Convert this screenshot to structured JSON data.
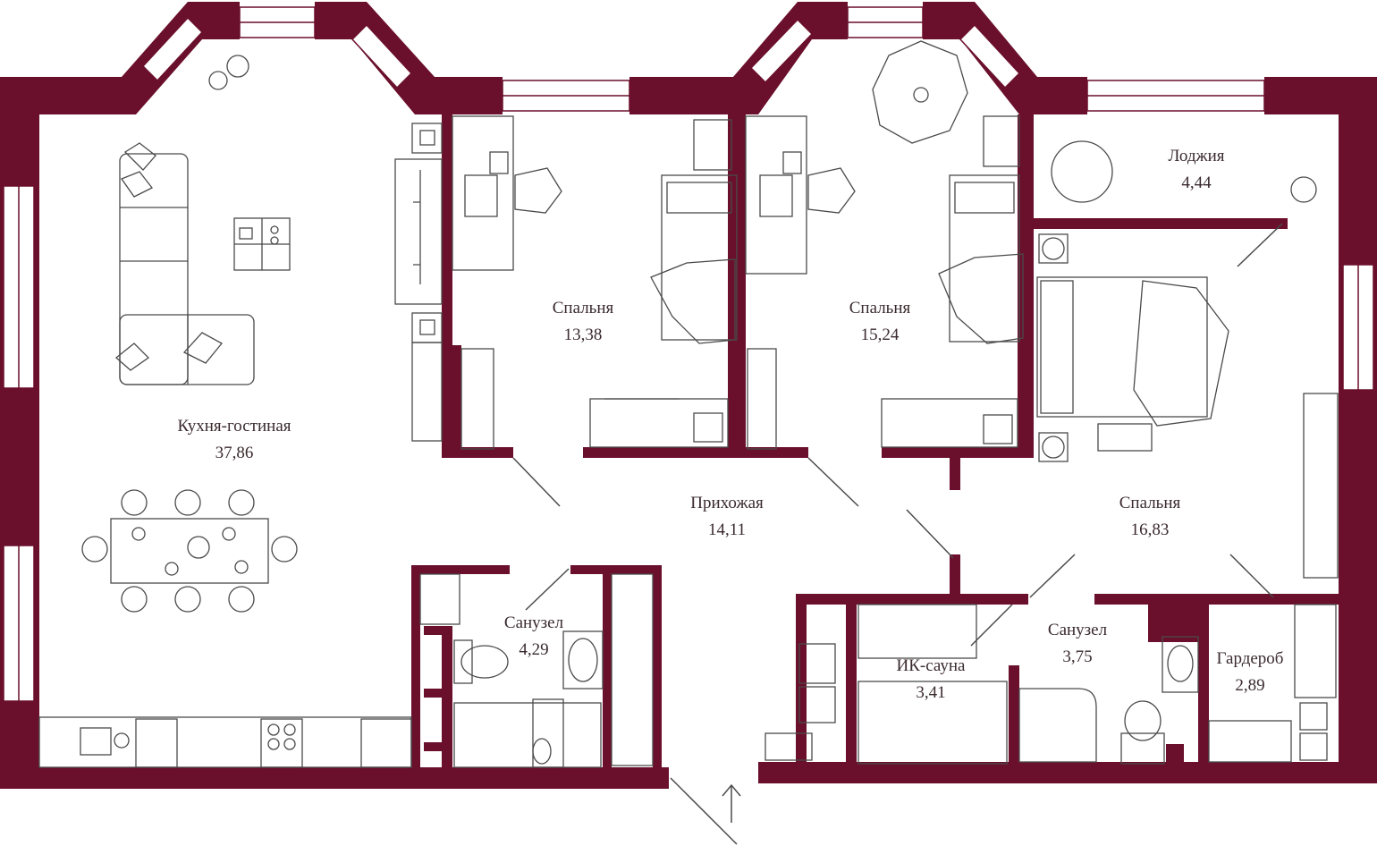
{
  "colors": {
    "wall": "#6a0f2c",
    "window": "#ffffff",
    "furniture_stroke": "#4a4a4a",
    "text": "#3a2a2e"
  },
  "rooms": [
    {
      "id": "kitchen_living",
      "name": "Кухня-гостиная",
      "area": "37,86"
    },
    {
      "id": "bedroom_1",
      "name": "Спальня",
      "area": "13,38"
    },
    {
      "id": "bedroom_2",
      "name": "Спальня",
      "area": "15,24"
    },
    {
      "id": "loggia",
      "name": "Лоджия",
      "area": "4,44"
    },
    {
      "id": "hallway",
      "name": "Прихожая",
      "area": "14,11"
    },
    {
      "id": "bedroom_3",
      "name": "Спальня",
      "area": "16,83"
    },
    {
      "id": "bathroom_1",
      "name": "Санузел",
      "area": "4,29"
    },
    {
      "id": "sauna",
      "name": "ИК-сауна",
      "area": "3,41"
    },
    {
      "id": "bathroom_2",
      "name": "Санузел",
      "area": "3,75"
    },
    {
      "id": "wardrobe",
      "name": "Гардероб",
      "area": "2,89"
    }
  ],
  "entrance": {
    "icon": "entrance-arrow-icon"
  }
}
